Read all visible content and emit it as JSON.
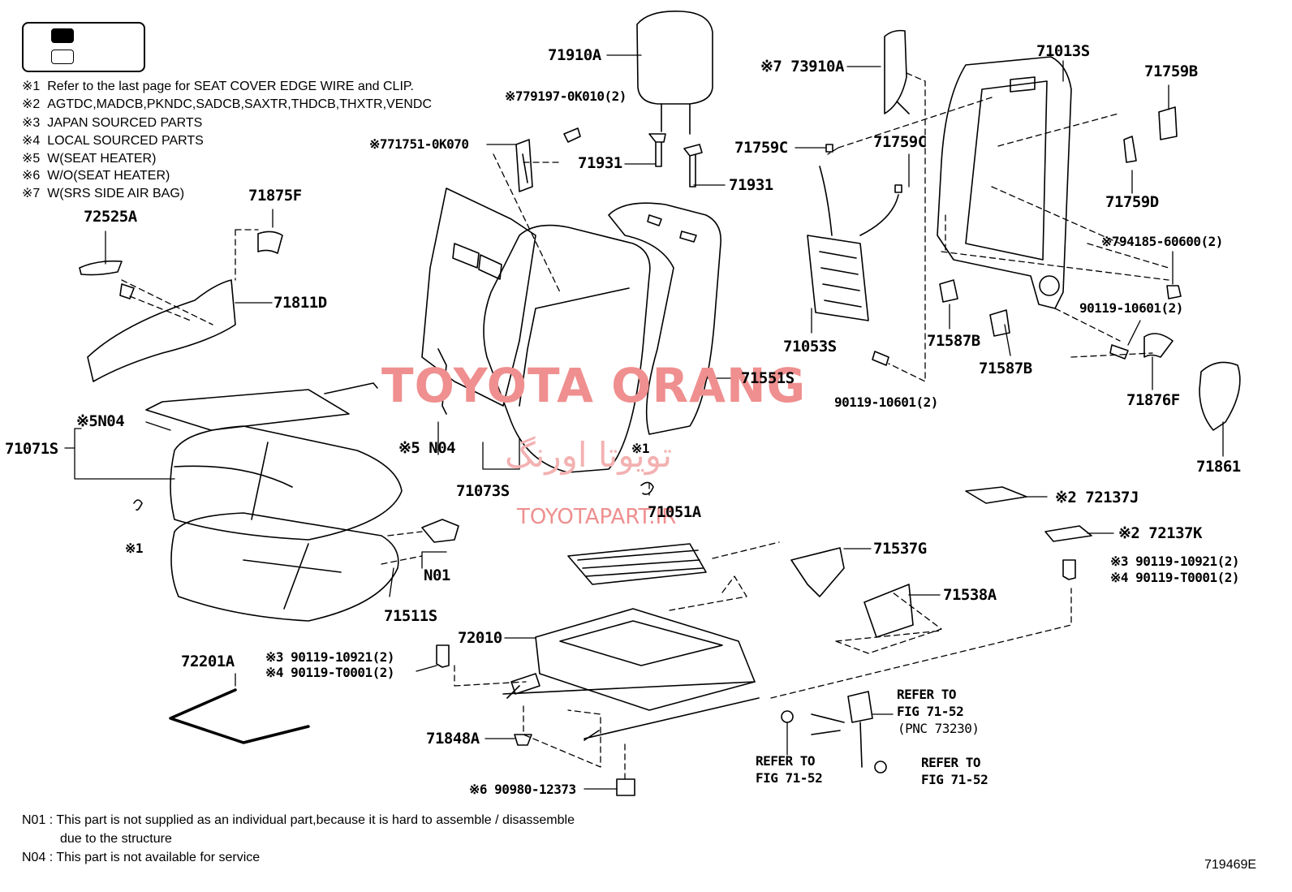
{
  "colors": {
    "line": "#000000",
    "watermark": "#ef8f8f",
    "watermark_light": "#f3b1b1"
  },
  "legend": {
    "swatch_filled_color": "#000000",
    "swatch_empty_color": "#ffffff"
  },
  "notes": [
    {
      "mark": "※1",
      "text": "Refer to the last page for SEAT COVER EDGE WIRE and CLIP."
    },
    {
      "mark": "※2",
      "text": "AGTDC,MADCB,PKNDC,SADCB,SAXTR,THDCB,THXTR,VENDC"
    },
    {
      "mark": "※3",
      "text": "JAPAN SOURCED PARTS"
    },
    {
      "mark": "※4",
      "text": "LOCAL SOURCED PARTS"
    },
    {
      "mark": "※5",
      "text": "W(SEAT HEATER)"
    },
    {
      "mark": "※6",
      "text": "W/O(SEAT HEATER)"
    },
    {
      "mark": "※7",
      "text": "W(SRS SIDE AIR BAG)"
    }
  ],
  "labels": {
    "l_71910A": "71910A",
    "l_79197": "※779197-0K010(2)",
    "l_71751": "※771751-0K070",
    "l_71931a": "71931",
    "l_71931b": "71931",
    "l_73910A": "※7 73910A",
    "l_71013S": "71013S",
    "l_71759B": "71759B",
    "l_71759Ca": "71759C",
    "l_71759Cb": "71759C",
    "l_71759D": "71759D",
    "l_94185": "※794185-60600(2)",
    "l_90119_10601a": "90119-10601(2)",
    "l_90119_10601b": "90119-10601(2)",
    "l_71875F": "71875F",
    "l_72525A": "72525A",
    "l_71811D": "71811D",
    "l_71053S": "71053S",
    "l_71587Ba": "71587B",
    "l_71587Bb": "71587B",
    "l_71551S": "71551S",
    "l_71876F": "71876F",
    "l_71861": "71861",
    "l_N04a": "※5N04",
    "l_71071S": "71071S",
    "l_N04b": "※5 N04",
    "l_71073S": "71073S",
    "l_x1a": "※1",
    "l_x1b": "※1",
    "l_72137J": "※2 72137J",
    "l_71051A": "71051A",
    "l_72137K": "※2 72137K",
    "l_N01": "N01",
    "l_71537G": "71537G",
    "l_r3a": "※3 90119-10921(2)",
    "l_r4a": "※4 90119-T0001(2)",
    "l_71538A": "71538A",
    "l_71511S": "71511S",
    "l_72010": "72010",
    "l_72201A": "72201A",
    "l_r3b": "※3 90119-10921(2)",
    "l_r4b": "※4 90119-T0001(2)",
    "l_ref1a": "REFER TO",
    "l_ref1b": "FIG 71-52",
    "l_ref1c": "(PNC 73230)",
    "l_71848A": "71848A",
    "l_ref2a": "REFER TO",
    "l_ref2b": "FIG 71-52",
    "l_ref3a": "REFER TO",
    "l_ref3b": "FIG 71-52",
    "l_90980": "※6 90980-12373"
  },
  "footnotes": [
    {
      "code": "N01 :",
      "text": "This part is not supplied as an individual part,because it is hard to assemble / disassemble"
    },
    {
      "code": "",
      "text": "due to the structure"
    },
    {
      "code": "N04 :",
      "text": "This part is not available for service"
    }
  ],
  "diagram_id": "719469E",
  "watermark": {
    "main": "TOYOTA ORANG",
    "persian": "تویوتا اورنگ",
    "site": "TOYOTAPART.IR"
  }
}
